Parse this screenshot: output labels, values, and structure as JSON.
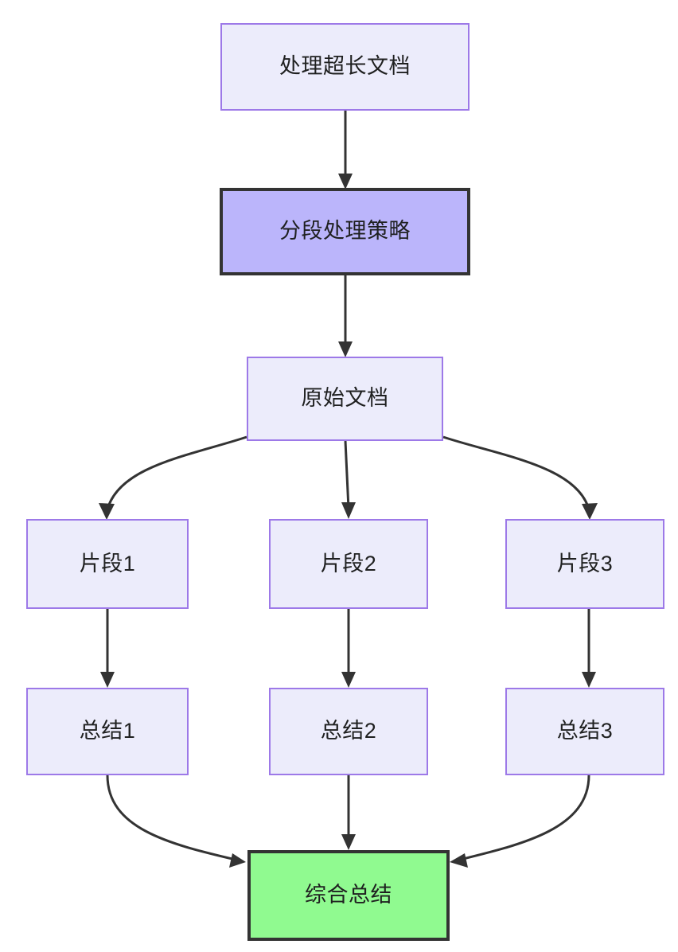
{
  "diagram": {
    "type": "flowchart",
    "direction": "top-to-bottom",
    "title_node": "处理超长文档",
    "background_color": "#ffffff",
    "palette": {
      "default_fill": "#ececfb",
      "default_border": "#9d79e8",
      "highlight_fill": "#bbb5fb",
      "highlight_border": "#333333",
      "terminal_fill": "#90fa90",
      "terminal_border": "#333333",
      "edge_color": "#333333",
      "text_color": "#1f2020"
    },
    "nodes": [
      {
        "id": "doc",
        "label": "处理超长文档",
        "style": "default"
      },
      {
        "id": "strategy",
        "label": "分段处理策略",
        "style": "highlight"
      },
      {
        "id": "source",
        "label": "原始文档",
        "style": "default"
      },
      {
        "id": "chunk1",
        "label": "片段1",
        "style": "default"
      },
      {
        "id": "chunk2",
        "label": "片段2",
        "style": "default"
      },
      {
        "id": "chunk3",
        "label": "片段3",
        "style": "default"
      },
      {
        "id": "sum1",
        "label": "总结1",
        "style": "default"
      },
      {
        "id": "sum2",
        "label": "总结2",
        "style": "default"
      },
      {
        "id": "sum3",
        "label": "总结3",
        "style": "default"
      },
      {
        "id": "final",
        "label": "综合总结",
        "style": "terminal"
      }
    ],
    "edges": [
      {
        "from": "doc",
        "to": "strategy"
      },
      {
        "from": "strategy",
        "to": "source"
      },
      {
        "from": "source",
        "to": "chunk1"
      },
      {
        "from": "source",
        "to": "chunk2"
      },
      {
        "from": "source",
        "to": "chunk3"
      },
      {
        "from": "chunk1",
        "to": "sum1"
      },
      {
        "from": "chunk2",
        "to": "sum2"
      },
      {
        "from": "chunk3",
        "to": "sum3"
      },
      {
        "from": "sum1",
        "to": "final"
      },
      {
        "from": "sum2",
        "to": "final"
      },
      {
        "from": "sum3",
        "to": "final"
      }
    ]
  }
}
